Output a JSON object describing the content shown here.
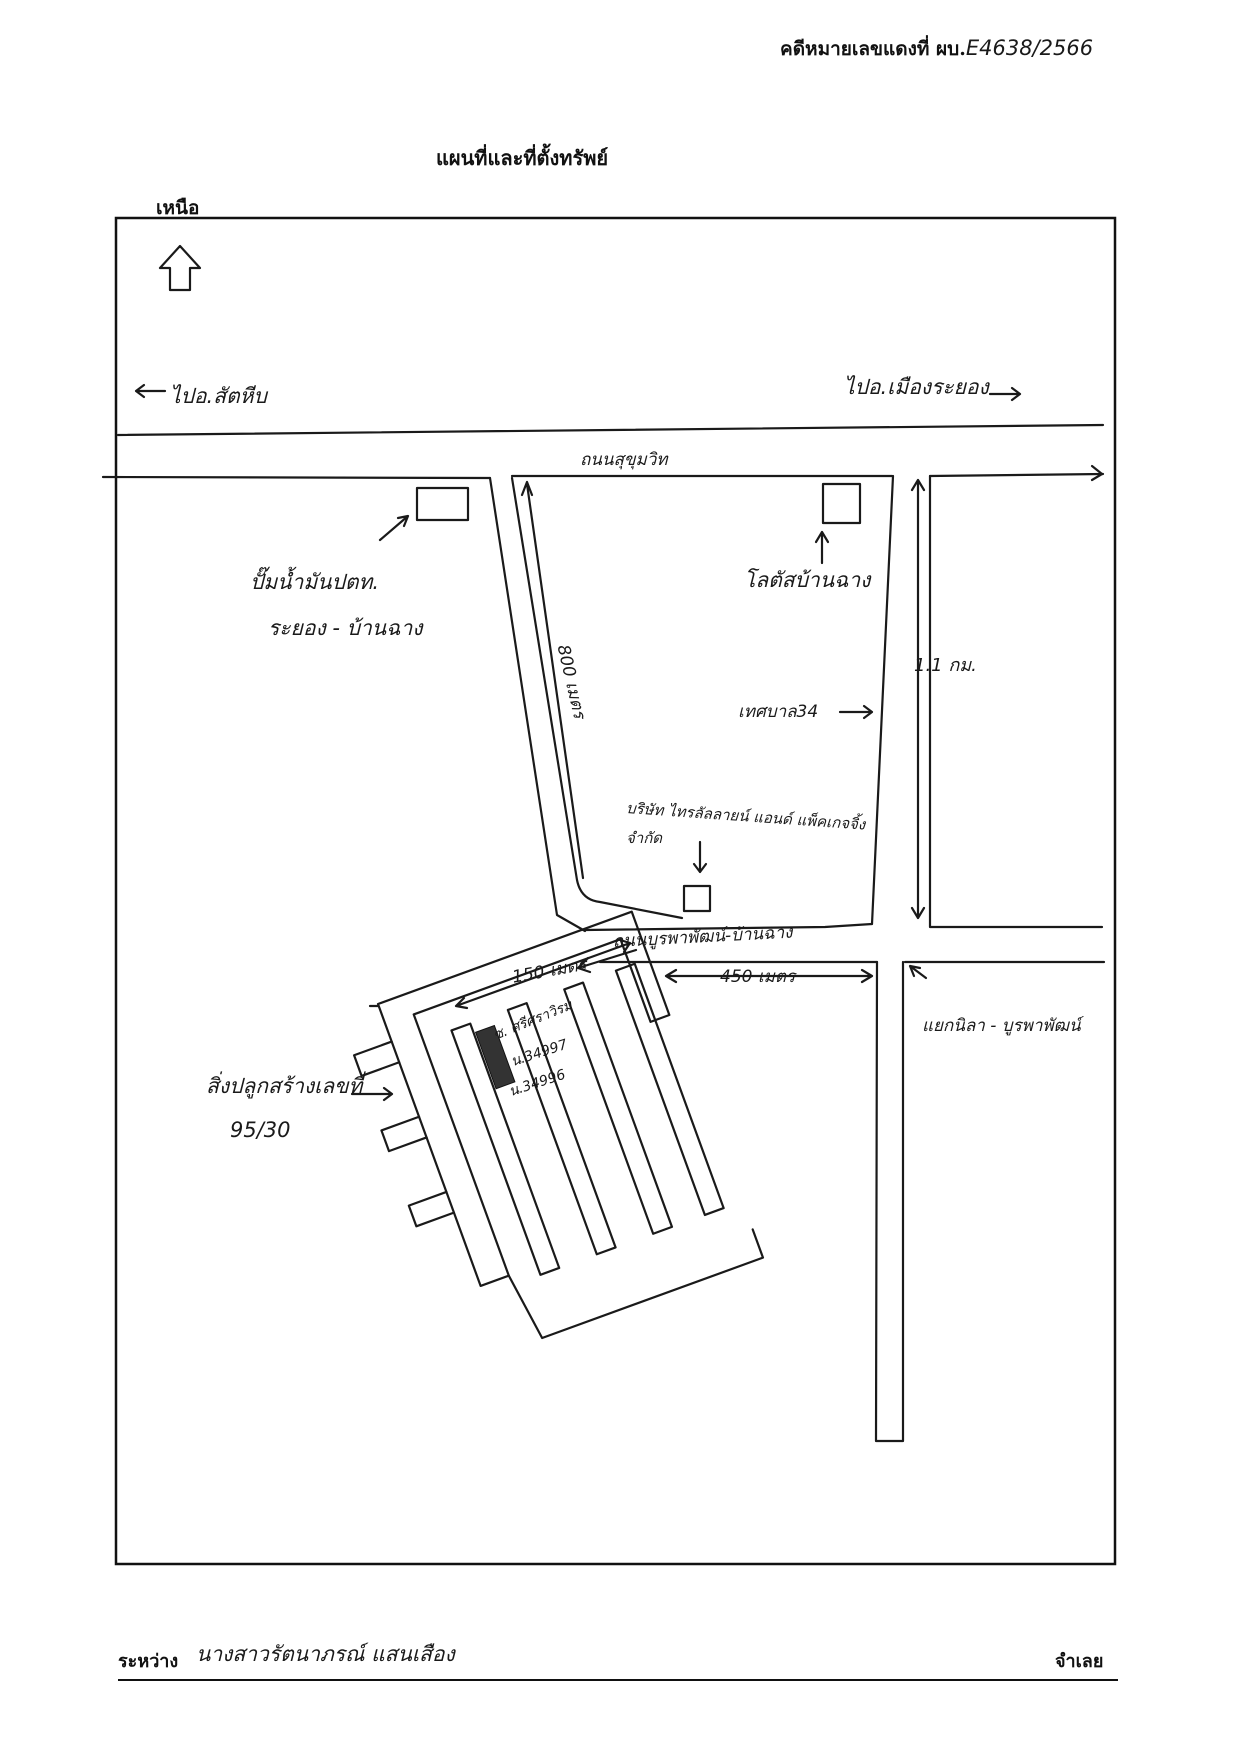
{
  "header": {
    "case_label": "คดีหมายเลขแดงที่ ผบ.",
    "case_number": "E4638/2566"
  },
  "title": "แผนที่และที่ตั้งทรัพย์",
  "north": {
    "label": "เหนือ",
    "icon": "north-arrow-icon"
  },
  "map": {
    "to_west": "ไปอ.สัตหีบ",
    "to_east": "ไปอ.เมืองระยอง",
    "main_road": "ถนนสุขุมวิท",
    "gas_station_line1": "ปั๊มน้ำมันปตท.",
    "gas_station_line2": "ระยอง - บ้านฉาง",
    "lotus": "โลตัสบ้านฉาง",
    "distance_800": "800 เมตร",
    "distance_1_1": "1.1 กม.",
    "municipal": "เทศบาล34",
    "company_line1": "บริษัท ไทรลัลลายน์ แอนด์ แพ็คเกจจิ้ง",
    "company_line2": "จำกัด",
    "second_road": "ถนนบูรพาพัฒน์-บ้านฉาง",
    "distance_150": "150 เมตร",
    "distance_450": "450 เมตร",
    "junction": "แยกนิลา - บูรพาพัฒน์",
    "soi": "ซ. ศรีศราวิรม",
    "lot_a": "น.34997",
    "lot_b": "น.34996",
    "building_line1": "สิ่งปลูกสร้างเลขที่",
    "building_line2": "95/30"
  },
  "footer": {
    "between_label": "ระหว่าง",
    "plaintiff": "นางสาวรัตนาภรณ์ แสนเสือง",
    "defendant_label": "จำเลย"
  }
}
